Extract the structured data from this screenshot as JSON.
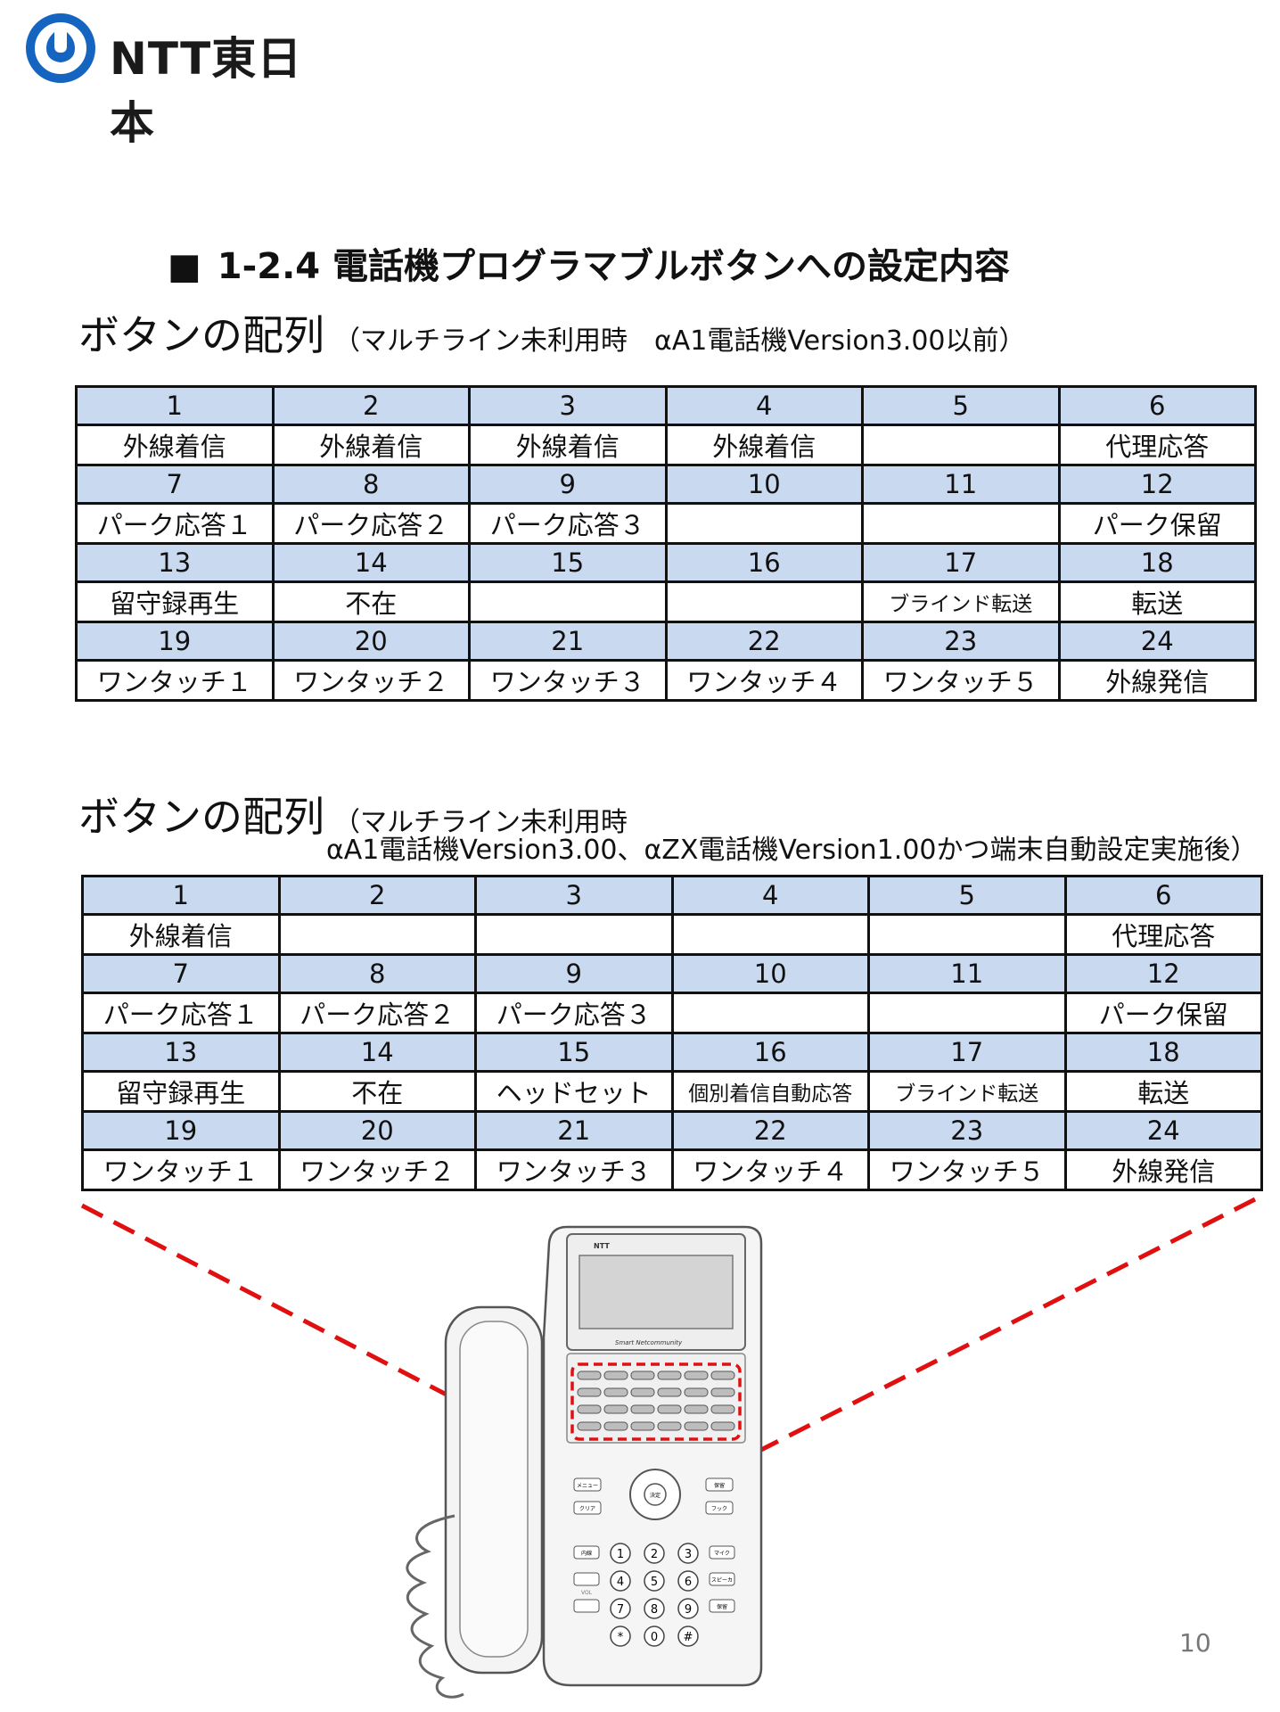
{
  "logo": {
    "text": "NTT東日本"
  },
  "section_title": {
    "mark": "■",
    "text": "1-2.4 電話機プログラマブルボタンへの設定内容"
  },
  "arrangement1": {
    "heading": "ボタンの配列",
    "sub": "（マルチライン未利用時　αA1電話機Version3.00以前）",
    "rows": [
      {
        "numbers": [
          "1",
          "2",
          "3",
          "4",
          "5",
          "6"
        ],
        "labels": [
          "外線着信",
          "外線着信",
          "外線着信",
          "外線着信",
          "",
          "代理応答"
        ]
      },
      {
        "numbers": [
          "7",
          "8",
          "9",
          "10",
          "11",
          "12"
        ],
        "labels": [
          "パーク応答１",
          "パーク応答２",
          "パーク応答３",
          "",
          "",
          "パーク保留"
        ]
      },
      {
        "numbers": [
          "13",
          "14",
          "15",
          "16",
          "17",
          "18"
        ],
        "labels": [
          "留守録再生",
          "不在",
          "",
          "",
          "ブラインド転送",
          "転送"
        ]
      },
      {
        "numbers": [
          "19",
          "20",
          "21",
          "22",
          "23",
          "24"
        ],
        "labels": [
          "ワンタッチ１",
          "ワンタッチ２",
          "ワンタッチ３",
          "ワンタッチ４",
          "ワンタッチ５",
          "外線発信"
        ]
      }
    ]
  },
  "arrangement2": {
    "heading": "ボタンの配列",
    "sub_line1": "（マルチライン未利用時",
    "sub_line2": "αA1電話機Version3.00、αZX電話機Version1.00かつ端末自動設定実施後）",
    "rows": [
      {
        "numbers": [
          "1",
          "2",
          "3",
          "4",
          "5",
          "6"
        ],
        "labels": [
          "外線着信",
          "",
          "",
          "",
          "",
          "代理応答"
        ]
      },
      {
        "numbers": [
          "7",
          "8",
          "9",
          "10",
          "11",
          "12"
        ],
        "labels": [
          "パーク応答１",
          "パーク応答２",
          "パーク応答３",
          "",
          "",
          "パーク保留"
        ]
      },
      {
        "numbers": [
          "13",
          "14",
          "15",
          "16",
          "17",
          "18"
        ],
        "labels": [
          "留守録再生",
          "不在",
          "ヘッドセット",
          "個別着信自動応答",
          "ブラインド転送",
          "転送"
        ]
      },
      {
        "numbers": [
          "19",
          "20",
          "21",
          "22",
          "23",
          "24"
        ],
        "labels": [
          "ワンタッチ１",
          "ワンタッチ２",
          "ワンタッチ３",
          "ワンタッチ４",
          "ワンタッチ５",
          "外線発信"
        ]
      }
    ]
  },
  "phone": {
    "brand": "NTT",
    "model_text": "Smart Netcommunity",
    "keys": {
      "menu": "メニュー",
      "clear": "クリア",
      "decide": "決定",
      "hold": "保留",
      "hook": "フック",
      "naisen": "内線",
      "mic": "マイク",
      "speaker": "スピーカ",
      "hold2": "保留",
      "vol": "VOL",
      "dial": [
        "1",
        "2",
        "3",
        "4",
        "5",
        "6",
        "7",
        "8",
        "9",
        "*",
        "0",
        "#"
      ]
    }
  },
  "page_number": "10",
  "colors": {
    "header_fill": "#c9d9f0",
    "dash_red": "#e01010",
    "logo_blue": "#1565c0"
  }
}
